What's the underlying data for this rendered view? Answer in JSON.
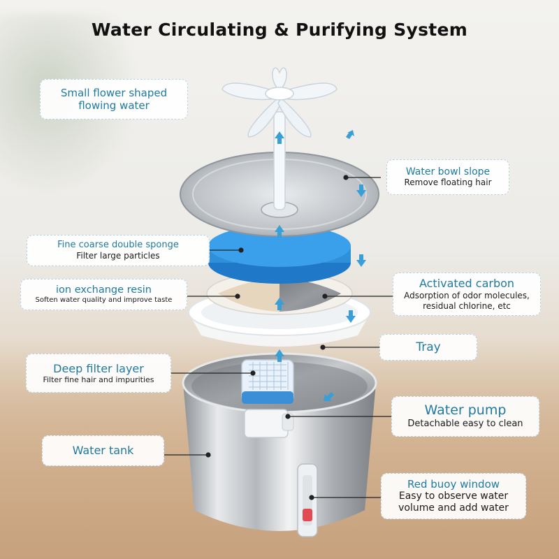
{
  "title": "Water Circulating & Purifying System",
  "labels": {
    "flower": {
      "title": "Small flower shaped flowing water"
    },
    "bowl": {
      "title": "Water bowl slope",
      "subtitle": "Remove floating hair"
    },
    "sponge": {
      "title": "Fine coarse double sponge",
      "subtitle": "Filter large particles"
    },
    "resin": {
      "title": "ion exchange resin",
      "subtitle": "Soften water quality and improve taste"
    },
    "carbon": {
      "title": "Activated carbon",
      "subtitle_line1": "Adsorption of odor molecules,",
      "subtitle_line2": "residual chlorine, etc"
    },
    "tray": {
      "title": "Tray"
    },
    "deep_filter": {
      "title": "Deep filter layer",
      "subtitle": "Filter fine hair and impurities"
    },
    "pump": {
      "title": "Water pump",
      "subtitle": "Detachable easy to clean"
    },
    "tank": {
      "title": "Water tank"
    },
    "buoy": {
      "title": "Red buoy window",
      "subtitle_line1": "Easy to observe water",
      "subtitle_line2": "volume and add water"
    }
  },
  "colors": {
    "label_title": "#1f7aa0",
    "label_border": "#b9d3e0",
    "arrow": "#3a9fd6",
    "sponge": "#2f8fd8",
    "steel": "#c9cccf"
  },
  "icons": [
    "flow-arrow-icon"
  ]
}
